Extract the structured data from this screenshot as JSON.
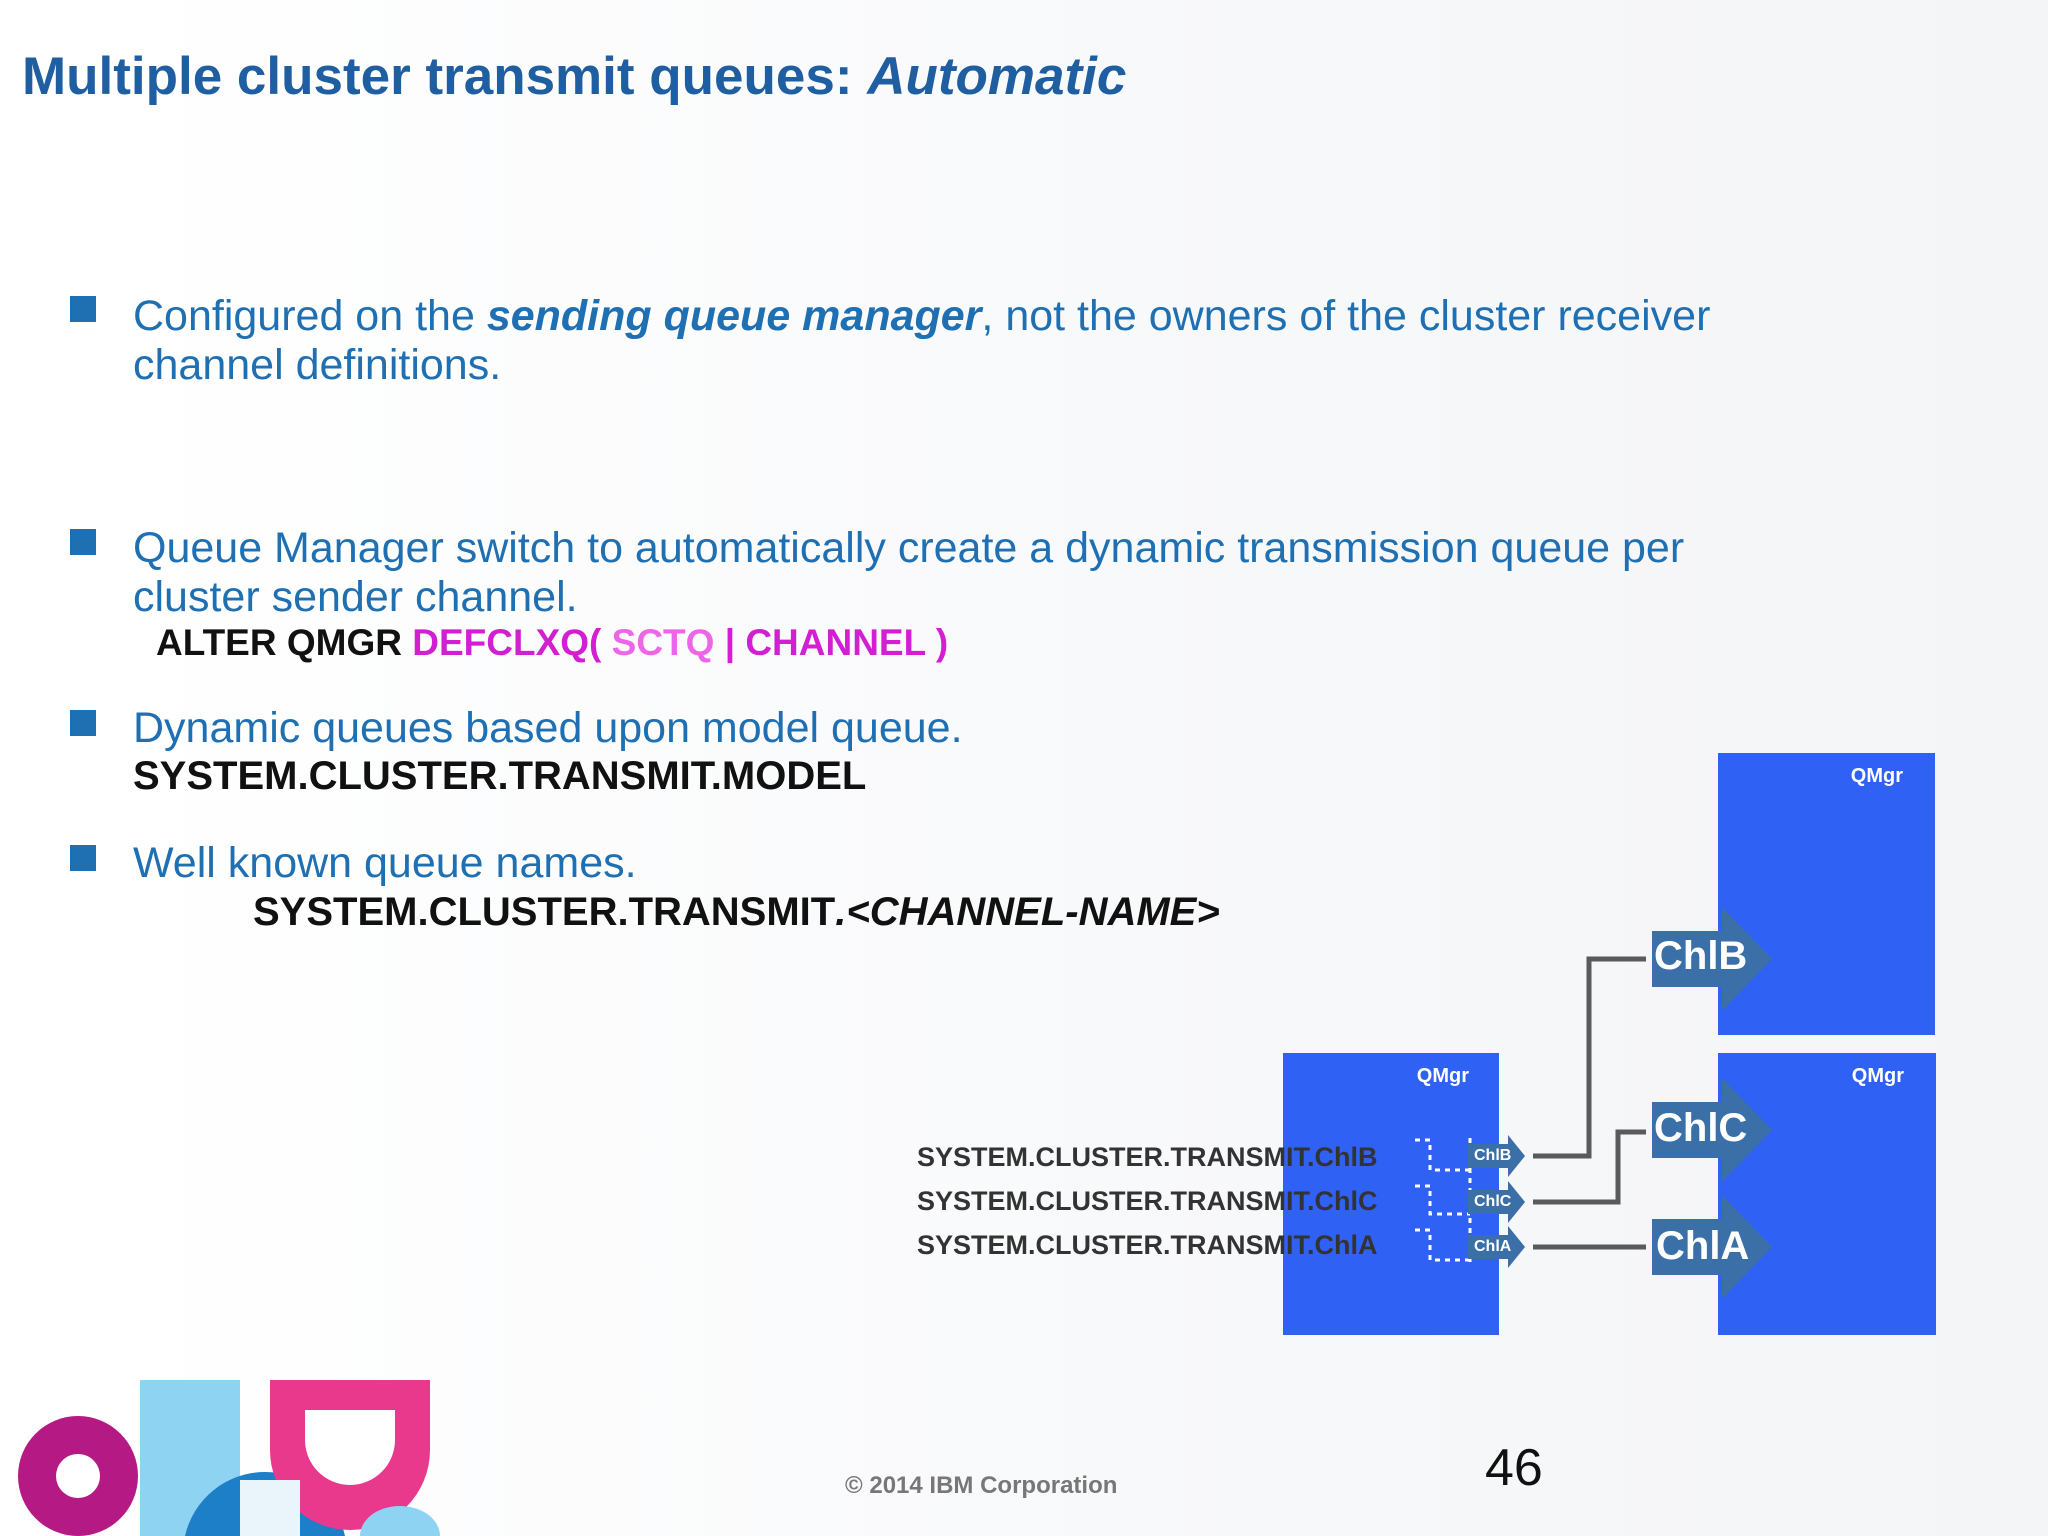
{
  "title": {
    "main": "Multiple cluster transmit queues: ",
    "emphasis": "Automatic"
  },
  "bullets": [
    {
      "pre": "Configured on the ",
      "bold": "sending queue manager",
      "post": ", not the owners of the cluster receiver",
      "line2": "channel definitions."
    },
    {
      "line1": "Queue Manager switch to automatically create a dynamic transmission queue per",
      "line2": "cluster sender channel."
    },
    {
      "line1": "Dynamic queues based upon model queue."
    },
    {
      "line1": "Well known queue names."
    }
  ],
  "commands": {
    "alter_prefix": "ALTER QMGR ",
    "alter_param": "DEFCLXQ( ",
    "alter_sctq": "SCTQ",
    "alter_sep": " | CHANNEL )",
    "model_queue": "SYSTEM.CLUSTER.TRANSMIT.MODEL",
    "well_known_prefix": "SYSTEM.CLUSTER.TRANSMIT",
    "well_known_suffix": ".<CHANNEL-NAME>"
  },
  "diagram": {
    "qmgr_label": "QMgr",
    "channels_large": [
      "ChlB",
      "ChlC",
      "ChlA"
    ],
    "channels_small": [
      "ChlB",
      "ChlC",
      "ChlA"
    ],
    "queue_names": [
      "SYSTEM.CLUSTER.TRANSMIT.ChlB",
      "SYSTEM.CLUSTER.TRANSMIT.ChlC",
      "SYSTEM.CLUSTER.TRANSMIT.ChlA"
    ]
  },
  "footer": {
    "copyright": "© 2014 IBM Corporation",
    "page_number": "46"
  },
  "colors": {
    "title": "#1f5fa1",
    "bullet": "#1f6fb3",
    "qmgr": "#2f62f4",
    "channel": "#3a6fa8",
    "magenta": "#d11fd1"
  }
}
